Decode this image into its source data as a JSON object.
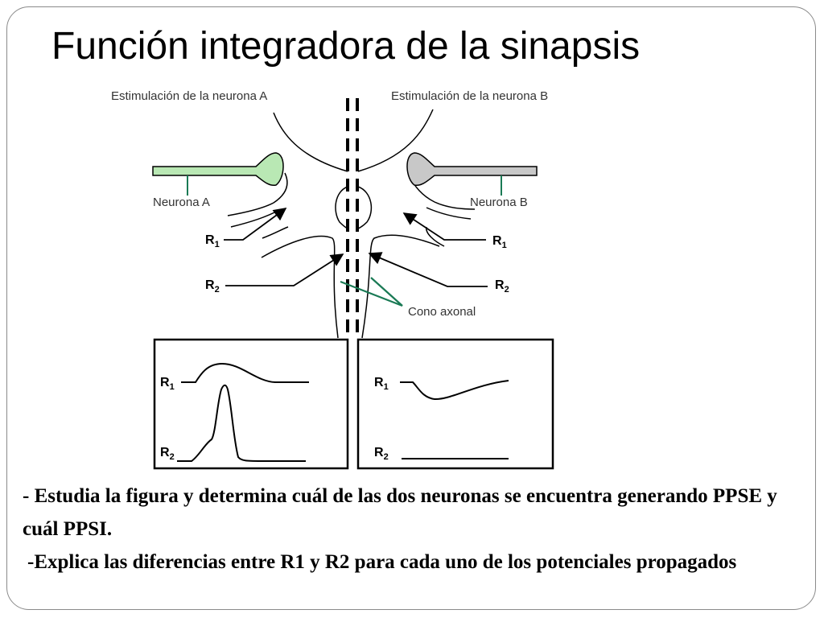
{
  "slide": {
    "title": "Función integradora de la sinapsis"
  },
  "diagram": {
    "stimulation_a": "Estimulación de la neurona A",
    "stimulation_b": "Estimulación de la neurona B",
    "neuron_a_label": "Neurona A",
    "neuron_b_label": "Neurona B",
    "axon_cone_label": "Cono axonal",
    "r1": "R",
    "r1_sub": "1",
    "r2": "R",
    "r2_sub": "2",
    "colors": {
      "neuron_a": "#b9e8b4",
      "neuron_b": "#c8c8c8",
      "axon_pointer": "#1a7a55"
    }
  },
  "instructions": {
    "line1": "- Estudia la figura y determina cuál de las dos neuronas se encuentra generando PPSE y cuál PPSI.",
    "line2": "-Explica las diferencias entre R1 y R2 para cada uno de los potenciales propagados"
  }
}
